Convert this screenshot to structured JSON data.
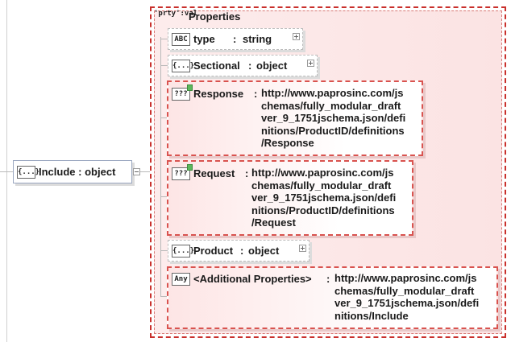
{
  "root": {
    "badge": "{...}",
    "name": "Include",
    "sep": ":",
    "type": "object"
  },
  "properties_group": {
    "badge": "'prty':val",
    "title": "Properties"
  },
  "properties": [
    {
      "badge": "ABC",
      "name": "type",
      "sep": ":",
      "value": "string",
      "required": false
    },
    {
      "badge": "{...}",
      "name": "Sectional",
      "sep": ":",
      "value": "object",
      "required": false
    },
    {
      "badge": "???",
      "name": "Response",
      "sep": ":",
      "value": "http://www.paprosinc.com/js\nchemas/fully_modular_draft\nver_9_1751jschema.json/defi\nnitions/ProductID/definitions\n/Response",
      "required": true
    },
    {
      "badge": "???",
      "name": "Request",
      "sep": ":",
      "value": "http://www.paprosinc.com/js\nchemas/fully_modular_draft\nver_9_1751jschema.json/defi\nnitions/ProductID/definitions\n/Request",
      "required": true
    },
    {
      "badge": "{...}",
      "name": "Product",
      "sep": ":",
      "value": "object",
      "required": false
    },
    {
      "badge": "Any",
      "name": "<Additional Properties>",
      "sep": ":",
      "value": "http://www.paprosinc.com/js\nchemas/fully_modular_draft\nver_9_1751jschema.json/defi\nnitions/Include",
      "required": true
    }
  ],
  "colors": {
    "required_border": "#d9534f",
    "required_fill": "#fde5e5",
    "outer_group_border": "#c9302c"
  }
}
